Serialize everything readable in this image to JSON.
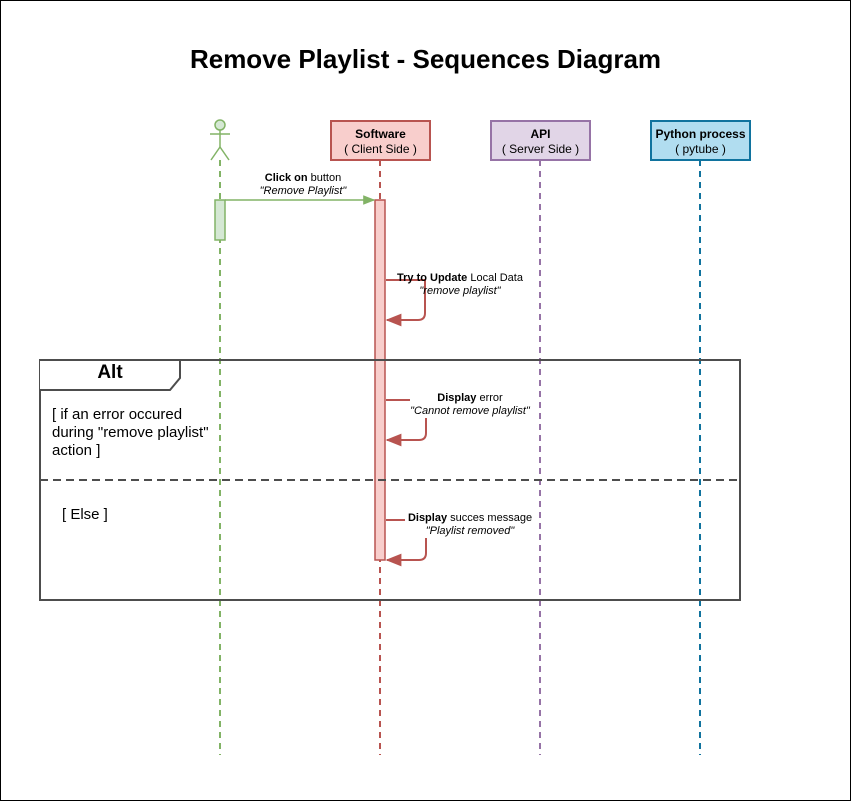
{
  "diagram": {
    "title": "Remove Playlist - Sequences Diagram",
    "participants": [
      {
        "id": "user",
        "kind": "actor",
        "name": "",
        "color": "#82b366"
      },
      {
        "id": "software",
        "kind": "box",
        "name": "Software",
        "sub": "( Client Side )",
        "fill": "#f8cecc",
        "stroke": "#b85450"
      },
      {
        "id": "api",
        "kind": "box",
        "name": "API",
        "sub": "( Server Side )",
        "fill": "#e1d5e7",
        "stroke": "#9673a6"
      },
      {
        "id": "python",
        "kind": "box",
        "name": "Python process",
        "sub": "( pytube )",
        "fill": "#b1ddf0",
        "stroke": "#10739e"
      }
    ],
    "messages": [
      {
        "from": "user",
        "to": "software",
        "bold": "Click on",
        "rest": " button",
        "italic": "\"Remove Playlist\""
      },
      {
        "from": "software",
        "to": "software",
        "bold": "Try to Update",
        "rest": " Local Data",
        "italic": "\"remove playlist\""
      },
      {
        "from": "software",
        "to": "software",
        "bold": "Display",
        "rest": " error",
        "italic": "\"Cannot remove playlist\""
      },
      {
        "from": "software",
        "to": "software",
        "bold": "Display",
        "rest": " succes message",
        "italic": "\"Playlist removed\""
      }
    ],
    "fragment": {
      "label": "Alt",
      "guard1_line1": "[ if an error occured",
      "guard1_line2": "during \"remove playlist\"",
      "guard1_line3": "action ]",
      "guard2": "[ Else ]"
    }
  }
}
